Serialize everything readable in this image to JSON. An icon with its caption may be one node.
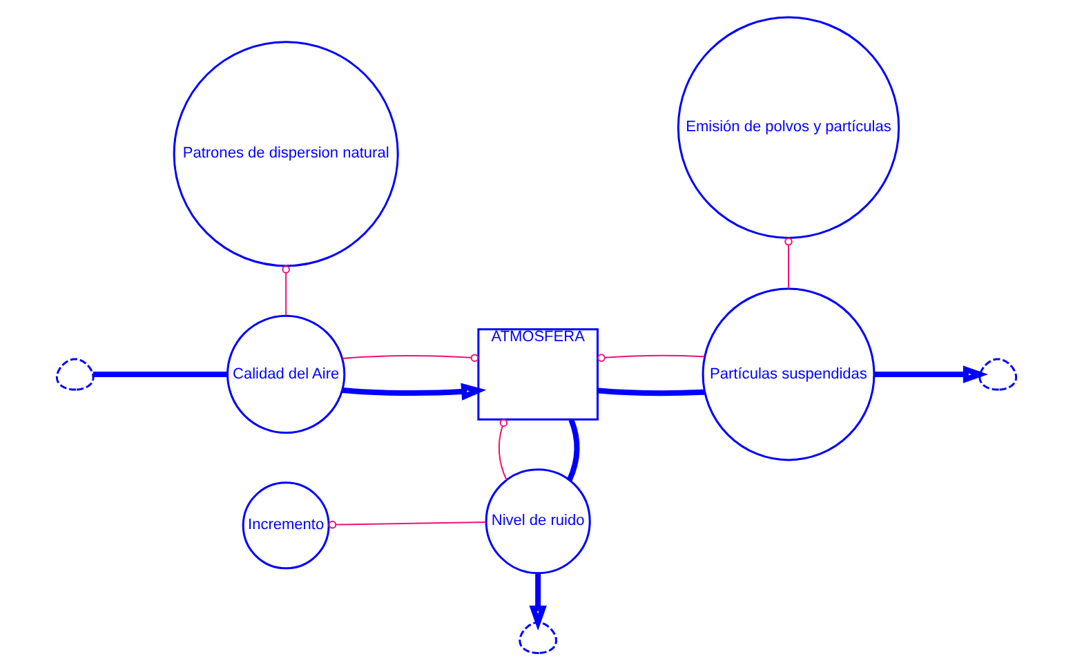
{
  "diagram": {
    "nodes": [
      {
        "text": [],
        "shape": "cloud"
      },
      {
        "text": [
          "Calidad del Aire"
        ]
      },
      {
        "text": [
          "ATMOSFERA"
        ]
      },
      {
        "text": [
          "Partículas suspendidas"
        ]
      },
      {
        "text": [],
        "shape": "cloud"
      },
      {
        "text": [
          "Nivel de ruido"
        ]
      },
      {
        "text": [],
        "shape": "cloud"
      },
      {
        "text": [
          "Patrones de dispersion natural"
        ]
      },
      {
        "text": [
          "Emisión de polvos y partículas"
        ]
      },
      {
        "text": [
          "Incremento"
        ]
      }
    ],
    "edges": [
      {
        "from": 0,
        "to": 1,
        "arrow": "none",
        "style": "thick"
      },
      {
        "from": 1,
        "to": 2,
        "arrow": "to",
        "style": "thick"
      },
      {
        "from": 2,
        "to": 3,
        "arrow": "none",
        "style": "thick"
      },
      {
        "from": 3,
        "to": 4,
        "arrow": "to",
        "style": "thick"
      },
      {
        "from": 2,
        "to": 5,
        "arrow": "none",
        "style": "thick"
      },
      {
        "from": 5,
        "to": 6,
        "arrow": "to",
        "style": "thick"
      },
      {
        "from": 7,
        "to": 1,
        "arrow": "other",
        "color": "#ee1177"
      },
      {
        "from": 2,
        "to": 1,
        "arrow": "other",
        "color": "#ee1177"
      },
      {
        "from": 2,
        "to": 3,
        "arrow": "other",
        "color": "#ee1177"
      },
      {
        "from": 8,
        "to": 3,
        "arrow": "other",
        "color": "#ee1177"
      },
      {
        "from": 2,
        "to": 5,
        "arrow": "other",
        "color": "#ee1177"
      },
      {
        "from": 9,
        "to": 5,
        "arrow": "other",
        "color": "#ee1177"
      }
    ]
  }
}
